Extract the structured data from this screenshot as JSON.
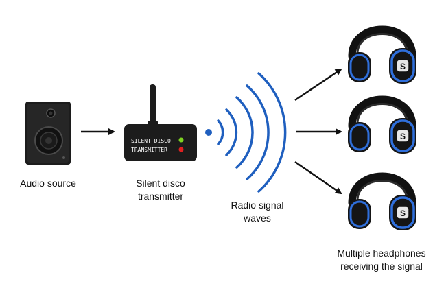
{
  "labels": {
    "audio_source": "Audio source",
    "transmitter_line1": "Silent disco",
    "transmitter_line2": "transmitter",
    "waves_line1": "Radio signal",
    "waves_line2": "waves",
    "headphones_line1": "Multiple headphones",
    "headphones_line2": "receiving the signal"
  },
  "transmitter_device": {
    "line1": "SILENT DISCO",
    "line2": "TRANSMITTER"
  },
  "headphone_badge": "S",
  "colors": {
    "device_body": "#1c1c1c",
    "wave_blue": "#1f5fbf",
    "headphone_ring": "#2f6fdc",
    "led_green": "#7ed321",
    "led_red": "#e02020",
    "arrow": "#111111"
  },
  "icons": [
    "speaker-icon",
    "transmitter-icon",
    "radio-waves-icon",
    "headphones-icon",
    "arrow-icon"
  ]
}
